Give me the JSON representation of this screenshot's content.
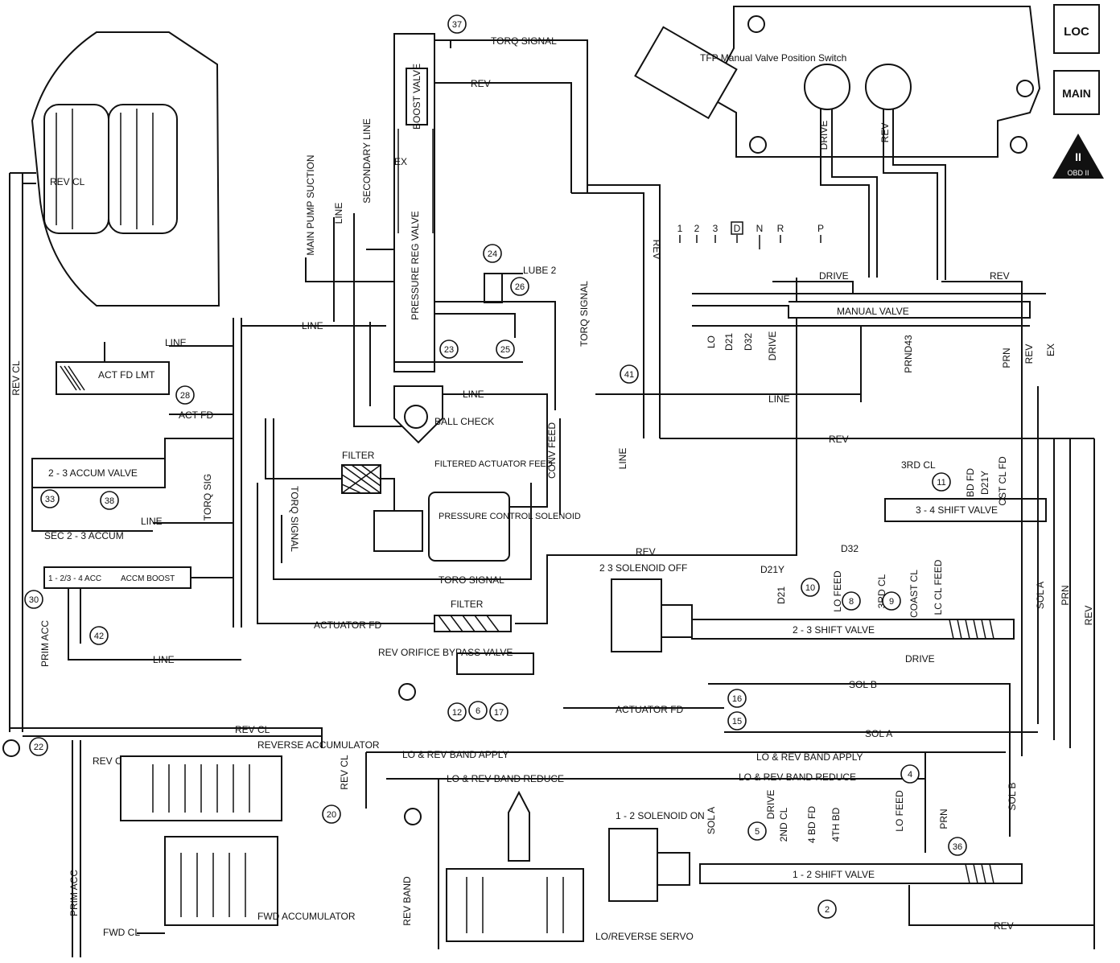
{
  "badges": {
    "loc": "LOC",
    "main": "MAIN",
    "obd": "OBD II",
    "obd_num": "II"
  },
  "switch_title": "TFP Manual Valve Position Switch",
  "positions": [
    "1",
    "2",
    "3",
    "D",
    "N",
    "R",
    "P"
  ],
  "labels": {
    "rev_cl": "REV CL",
    "torq_signal": "TORQ SIGNAL",
    "torq_signal_alt": "TORQ SIGNAL",
    "rev": "REV",
    "boost_valve": "BOOST VALVE",
    "secondary_line": "SECONDARY LINE",
    "ex": "EX",
    "main_pump_suction": "MAIN PUMP SUCTION",
    "line": "LINE",
    "pressure_reg_valve": "PRESSURE REG VALVE",
    "lube2": "LUBE 2",
    "drive": "DRIVE",
    "manual_valve": "MANUAL VALVE",
    "act_fd_lmt": "ACT FD LMT",
    "act_fd": "ACT FD",
    "ball_check": "BALL CHECK",
    "filter": "FILTER",
    "filtered_actuator_feed": "FILTERED ACTUATOR FEED",
    "conv_feed": "CONV FEED",
    "accum_23": "2 - 3 ACCUM VALVE",
    "sec_23_accum": "SEC 2 - 3 ACCUM",
    "torq_sig": "TORQ SIG",
    "pressure_control_solenoid": "PRESSURE CONTROL SOLENOID",
    "shift_34": "3 - 4 SHIFT VALVE",
    "third_cl": "3RD CL",
    "bd_fd": "BD FD",
    "d21y": "D21Y",
    "cst_cl_fd": "CST CL FD",
    "d32": "D32",
    "acc_124": "1 - 2/3 - 4 ACC",
    "accm_boost": "ACCM BOOST",
    "prim_acc": "PRIM ACC",
    "toro_signal": "TORO SIGNAL",
    "solenoid_23": "2 3 SOLENOID OFF",
    "lo_feed": "LO FEED",
    "coast_cl": "COAST CL",
    "lc_cl_feed": "LC CL FEED",
    "shift_23": "2 - 3 SHIFT VALVE",
    "sol_a": "SOL A",
    "sol_b": "SOL B",
    "prn": "PRN",
    "actuator_fd": "ACTUATOR FD",
    "rev_orifice": "REV ORIFICE BYPASS VALVE",
    "rev_accum": "REVERSE ACCUMULATOR",
    "lo_rev_apply": "LO & REV BAND APPLY",
    "lo_rev_reduce": "LO & REV BAND REDUCE",
    "solenoid_12": "1 - 2 SOLENOID ON",
    "second_cl": "2ND CL",
    "bd_fd_4": "4 BD FD",
    "fourth_bd": "4TH BD",
    "shift_12": "1 - 2 SHIFT VALVE",
    "rev_band": "REV BAND",
    "fwd_cl": "FWD CL",
    "fwd_accum": "FWD ACCUMULATOR",
    "lo_rev_servo": "LO/REVERSE SERVO",
    "prndl43": "PRND43",
    "lo": "LO",
    "d21": "D21",
    "d32v": "D32"
  },
  "circles": [
    "37",
    "24",
    "26",
    "23",
    "25",
    "41",
    "28",
    "33",
    "38",
    "30",
    "42",
    "11",
    "10",
    "8",
    "9",
    "16",
    "15",
    "12",
    "6",
    "17",
    "22",
    "20",
    "5",
    "4",
    "2",
    "36"
  ]
}
